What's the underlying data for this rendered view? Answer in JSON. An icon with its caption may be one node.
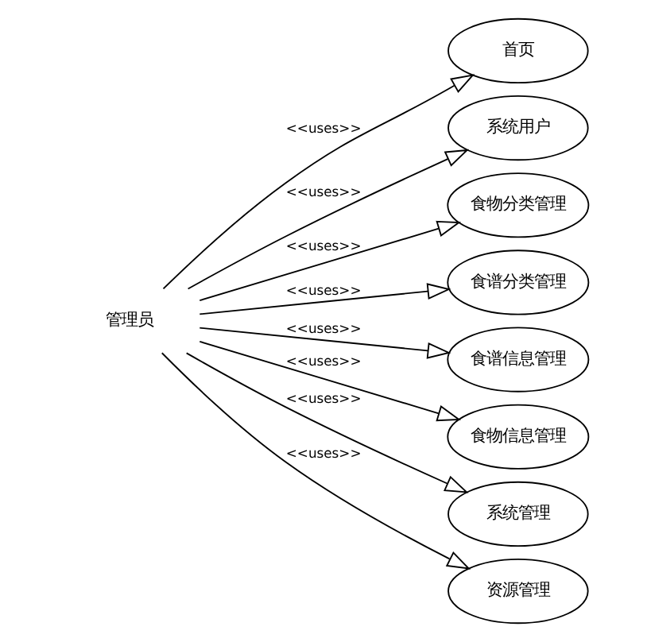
{
  "diagram": {
    "nodes": [
      {
        "text": [
          "管理员"
        ]
      },
      {
        "text": [
          "首页"
        ]
      },
      {
        "text": [
          "系统用户"
        ]
      },
      {
        "text": [
          "食物分类管理"
        ]
      },
      {
        "text": [
          "食谱分类管理"
        ]
      },
      {
        "text": [
          "食谱信息管理"
        ]
      },
      {
        "text": [
          "食物信息管理"
        ]
      },
      {
        "text": [
          "系统管理"
        ]
      },
      {
        "text": [
          "资源管理"
        ]
      }
    ],
    "edges": [
      {
        "from": 0,
        "to": 1,
        "arrow": "to",
        "label": "<<uses>>"
      },
      {
        "from": 0,
        "to": 2,
        "arrow": "to",
        "label": "<<uses>>"
      },
      {
        "from": 0,
        "to": 3,
        "arrow": "to",
        "label": "<<uses>>"
      },
      {
        "from": 0,
        "to": 4,
        "arrow": "to",
        "label": "<<uses>>"
      },
      {
        "from": 0,
        "to": 5,
        "arrow": "to",
        "label": "<<uses>>"
      },
      {
        "from": 0,
        "to": 6,
        "arrow": "to",
        "label": "<<uses>>"
      },
      {
        "from": 0,
        "to": 7,
        "arrow": "to",
        "label": "<<uses>>"
      },
      {
        "from": 0,
        "to": 8,
        "arrow": "to",
        "label": "<<uses>>"
      }
    ]
  }
}
